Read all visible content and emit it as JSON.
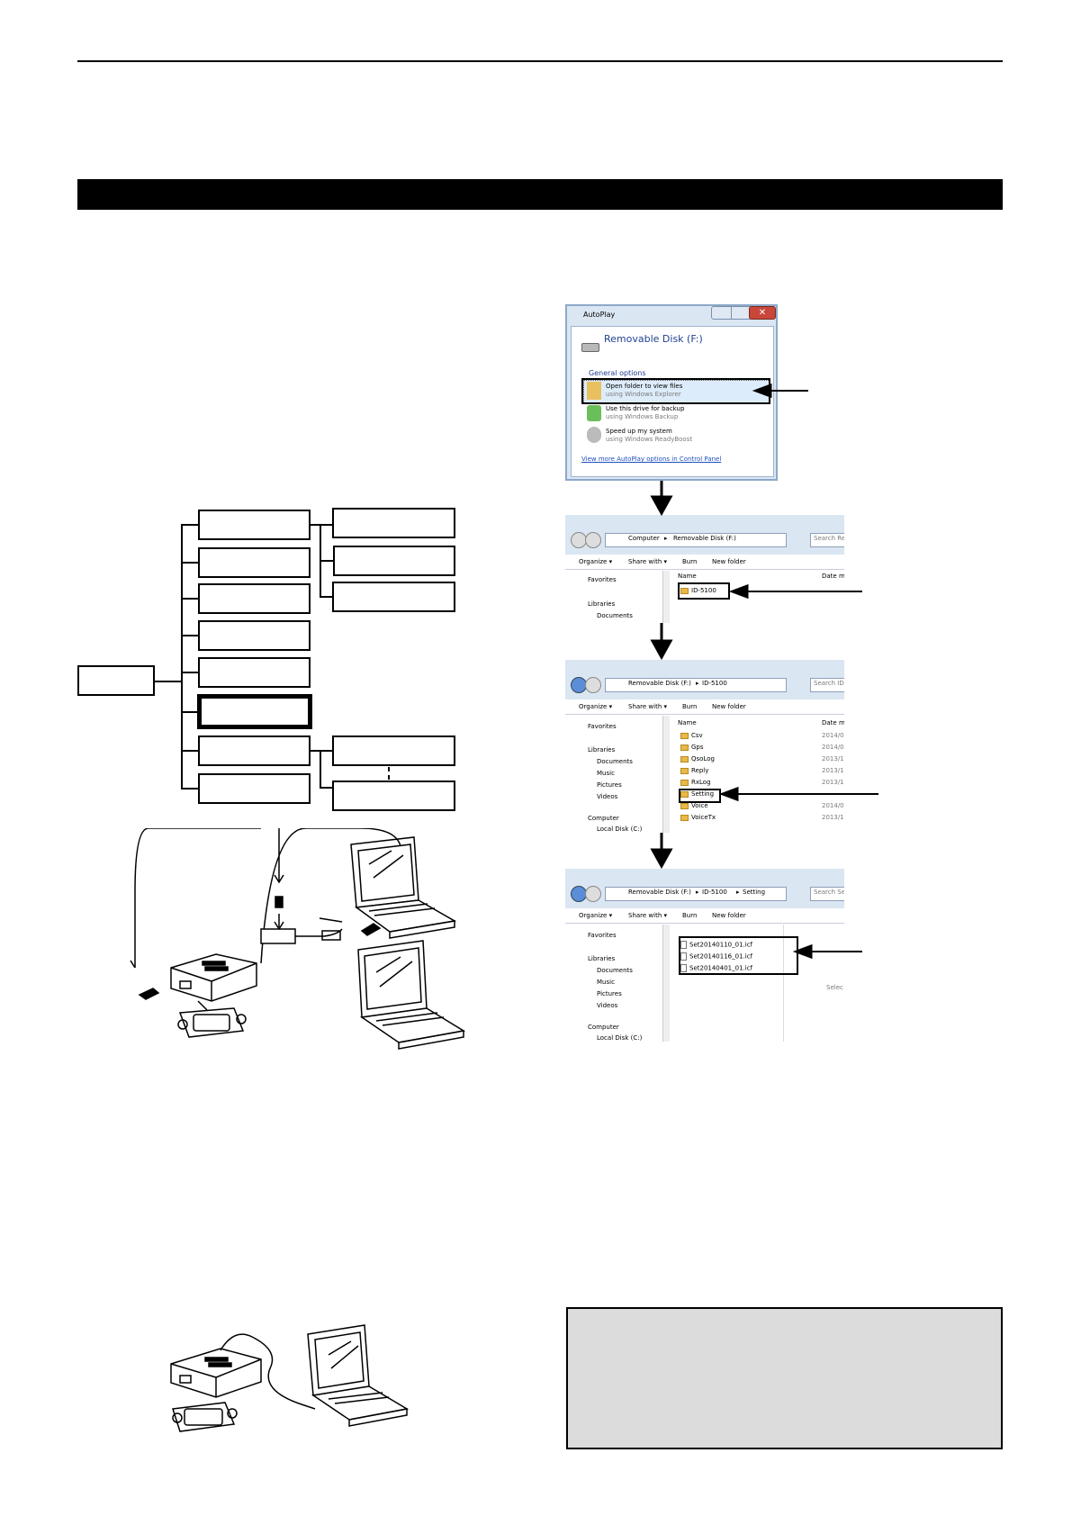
{
  "autoplay": {
    "title": "AutoPlay",
    "disk": "Removable Disk (F:)",
    "section": "General options",
    "options": [
      {
        "label": "Open folder to view files",
        "sub": "using Windows Explorer"
      },
      {
        "label": "Use this drive for backup",
        "sub": "using Windows Backup"
      },
      {
        "label": "Speed up my system",
        "sub": "using Windows ReadyBoost"
      }
    ],
    "more_link": "View more AutoPlay options in Control Panel"
  },
  "explorer1": {
    "breadcrumb": [
      "Computer",
      "Removable Disk (F:)"
    ],
    "search": "Search Re",
    "toolbar": [
      "Organize ▾",
      "Share with ▾",
      "Burn",
      "New folder"
    ],
    "nav": [
      "Favorites",
      "Libraries",
      "Documents"
    ],
    "col_name": "Name",
    "col_date": "Date m",
    "items": [
      "ID-5100"
    ]
  },
  "explorer2": {
    "breadcrumb": [
      "Removable Disk (F:)",
      "ID-5100"
    ],
    "search": "Search ID-",
    "toolbar": [
      "Organize ▾",
      "Share with ▾",
      "Burn",
      "New folder"
    ],
    "nav": [
      "Favorites",
      "Libraries",
      "Documents",
      "Music",
      "Pictures",
      "Videos",
      "Computer",
      "Local Disk (C:)"
    ],
    "col_name": "Name",
    "col_date": "Date m",
    "items": [
      "Csv",
      "Gps",
      "QsoLog",
      "Reply",
      "RxLog",
      "Setting",
      "Voice",
      "VoiceTx"
    ],
    "dates": [
      "2014/0",
      "2014/0",
      "2013/1",
      "2013/1",
      "2013/1",
      "",
      "2014/0",
      "2013/1"
    ]
  },
  "explorer3": {
    "breadcrumb": [
      "Removable Disk (F:)",
      "ID-5100",
      "Setting"
    ],
    "search": "Search Se",
    "toolbar": [
      "Organize ▾",
      "Share with ▾",
      "Burn",
      "New folder"
    ],
    "nav": [
      "Favorites",
      "Libraries",
      "Documents",
      "Music",
      "Pictures",
      "Videos",
      "Computer",
      "Local Disk (C:)"
    ],
    "files": [
      "Set20140110_01.icf",
      "Set20140116_01.icf",
      "Set20140401_01.icf"
    ],
    "side_text": "Selec"
  }
}
